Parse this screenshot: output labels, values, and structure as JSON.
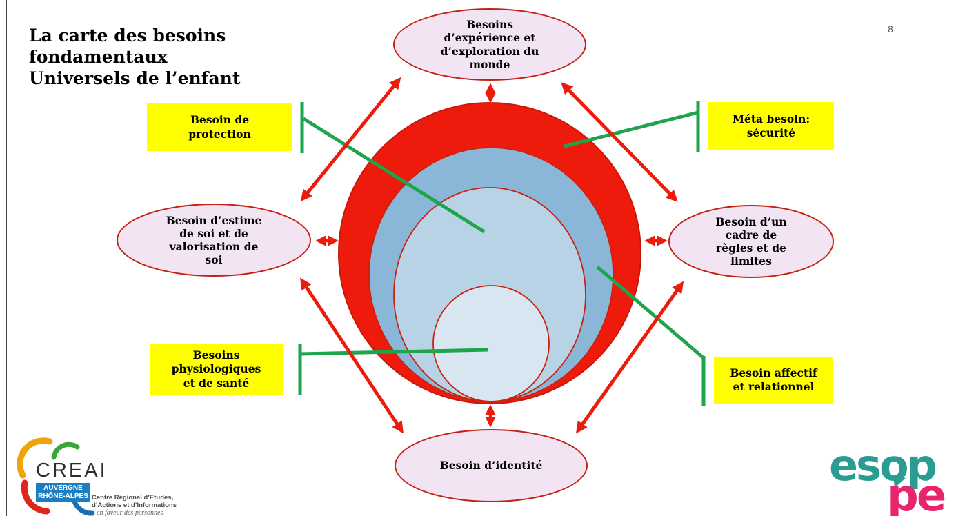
{
  "slide": {
    "title": "La carte des besoins\nfondamentaux\nUniversels de l’enfant",
    "page_number": "8"
  },
  "ellipses": {
    "top": {
      "label": "Besoins\nd’expérience et\nd’exploration du\nmonde"
    },
    "left": {
      "label": "Besoin d’estime\nde soi et de\nvalorisation de\nsoi"
    },
    "right": {
      "label": "Besoin d’un\ncadre de\nrègles et de\nlimites"
    },
    "bottom": {
      "label": "Besoin d’identité"
    }
  },
  "yellow_boxes": {
    "protection": {
      "label": "Besoin de\nprotection"
    },
    "meta_securite": {
      "label": "Méta besoin:\nsécurité"
    },
    "physiologiques": {
      "label": "Besoins\nphysiologiques\net de santé"
    },
    "affectif": {
      "label": "Besoin affectif\net relationnel"
    }
  },
  "logos": {
    "creai": {
      "name": "CREAI",
      "region": "AUVERGNE\nRHÔNE-ALPES",
      "desc_bold": "Centre Régional d’Etudes,\nd’Actions et d’Informations",
      "desc_italic": "en faveur des personnes"
    },
    "esoppe": {
      "line1": "esop",
      "line2": "pe"
    }
  },
  "colors": {
    "accent_red": "#ee1b0c",
    "accent_green": "#1ea44a",
    "label_yellow": "#ffff00",
    "ellipse_pink_fill": "#f3e4f3",
    "ellipse_red_stroke": "#c32113",
    "ring_blue_outer": "#8ab7d8",
    "ring_blue_mid": "#b8d2e6",
    "ring_blue_inner": "#d8e6f2",
    "creai_blue": "#1b7ec2",
    "esoppe_teal": "#2a9c92",
    "esoppe_pink": "#e7256b"
  }
}
